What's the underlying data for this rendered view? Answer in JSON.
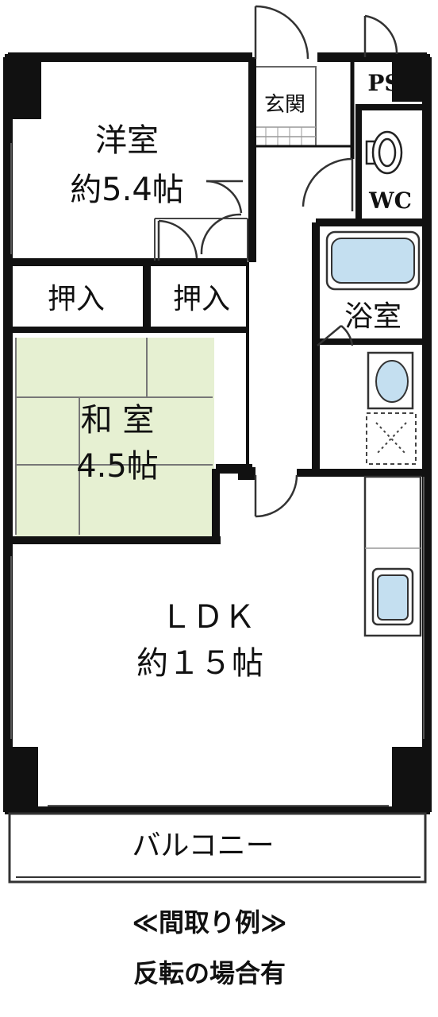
{
  "rooms": {
    "western": {
      "name": "洋室",
      "size": "約5.4帖"
    },
    "closet_left": {
      "name": "押入"
    },
    "closet_right": {
      "name": "押入"
    },
    "japanese": {
      "name": "和 室",
      "size": "4.5帖"
    },
    "ldk": {
      "name": "ＬＤＫ",
      "size": "約１５帖"
    },
    "entrance": {
      "name": "玄関"
    },
    "ps": {
      "name": "PS"
    },
    "wc": {
      "name": "WC"
    },
    "bath": {
      "name": "浴室"
    },
    "balcony": {
      "name": "バルコニー"
    }
  },
  "notes": {
    "line1": "≪間取り例≫",
    "line2": "反転の場合有"
  },
  "colors": {
    "tatami": "#e6f0d2",
    "fixture": "#c4dff0",
    "wall": "#111111"
  }
}
